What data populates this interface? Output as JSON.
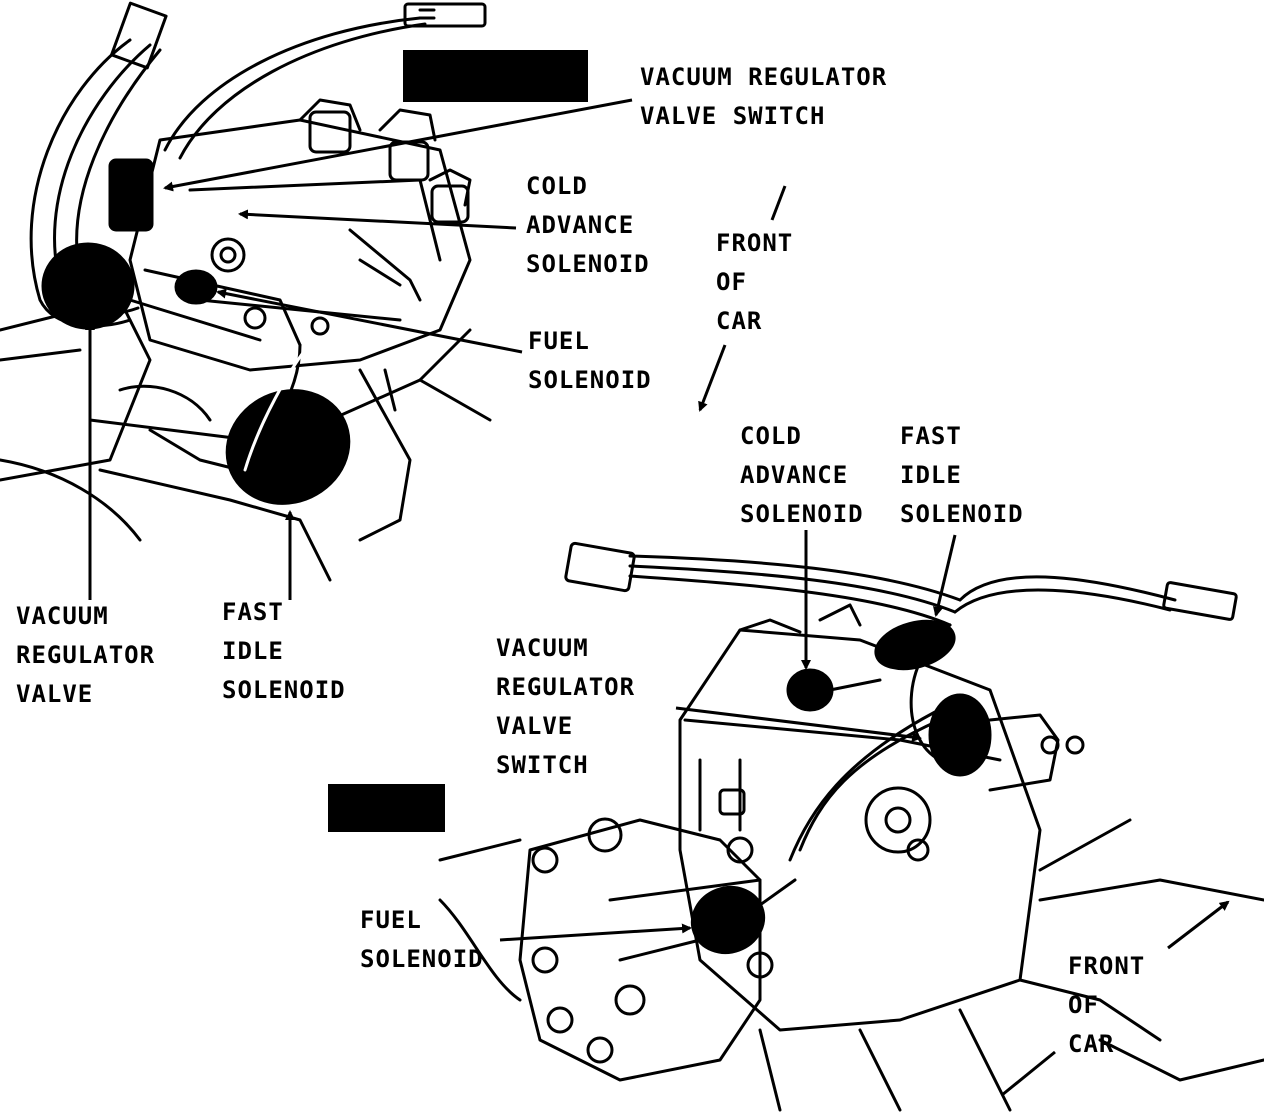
{
  "colors": {
    "ink": "#000000",
    "paper": "#ffffff"
  },
  "upper_view": {
    "vacuum_regulator_valve_switch": [
      "VACUUM REGULATOR",
      "VALVE SWITCH"
    ],
    "cold_advance_solenoid": [
      "COLD",
      "ADVANCE",
      "SOLENOID"
    ],
    "fuel_solenoid": [
      "FUEL",
      "SOLENOID"
    ],
    "vacuum_regulator_valve": [
      "VACUUM",
      "REGULATOR",
      "VALVE"
    ],
    "fast_idle_solenoid": [
      "FAST",
      "IDLE",
      "SOLENOID"
    ],
    "front_of_car": [
      "FRONT",
      "OF",
      "CAR"
    ]
  },
  "lower_view": {
    "cold_advance_solenoid": [
      "COLD",
      "ADVANCE",
      "SOLENOID"
    ],
    "fast_idle_solenoid": [
      "FAST",
      "IDLE",
      "SOLENOID"
    ],
    "vacuum_regulator_valve_switch": [
      "VACUUM",
      "REGULATOR",
      "VALVE",
      "SWITCH"
    ],
    "fuel_solenoid": [
      "FUEL",
      "SOLENOID"
    ],
    "front_of_car": [
      "FRONT",
      "OF",
      "CAR"
    ]
  }
}
